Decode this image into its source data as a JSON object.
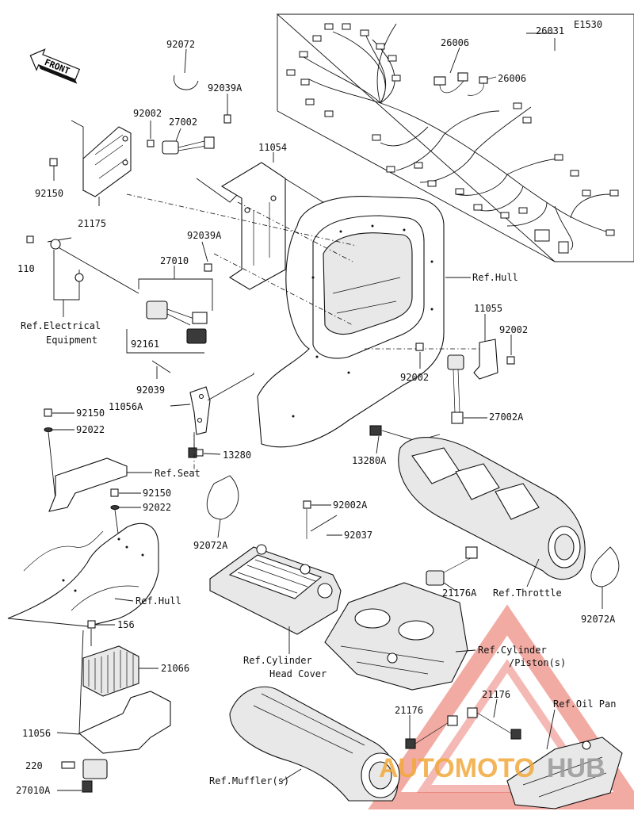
{
  "diagram_code": "E1530",
  "front_label": "FRONT",
  "watermark": {
    "text": "AUTOMOTOHUB",
    "part1": "AUTOMOTO",
    "part2": "HUB",
    "color1": "#f2a93b",
    "color2": "#9a9a9a",
    "triangle_color": "#e24a3b"
  },
  "labels": {
    "p26031": "26031",
    "p26006a": "26006",
    "p26006b": "26006",
    "p92072": "92072",
    "p92039A_top": "92039A",
    "p92002_top": "92002",
    "p27002": "27002",
    "p11054": "11054",
    "p92150_left": "92150",
    "p21175": "21175",
    "p92039A_mid": "92039A",
    "p110": "110",
    "p27010": "27010",
    "ref_electrical": "Ref.Electrical",
    "ref_electrical2": "Equipment",
    "p92161": "92161",
    "p92039": "92039",
    "p11056A": "11056A",
    "p13280": "13280",
    "ref_hull_top": "Ref.Hull",
    "p11055": "11055",
    "p92002_right": "92002",
    "p92002_r2": "92002",
    "p27002A": "27002A",
    "p13280A": "13280A",
    "p92150_a": "92150",
    "p92022_a": "92022",
    "ref_seat": "Ref.Seat",
    "p92150_b": "92150",
    "p92022_b": "92022",
    "p92072A_left": "92072A",
    "p92002A": "92002A",
    "p92037": "92037",
    "ref_hull_bottom": "Ref.Hull",
    "p156": "156",
    "p21066": "21066",
    "p21176A": "21176A",
    "ref_throttle": "Ref.Throttle",
    "p92072A_right": "92072A",
    "ref_cyl_head1": "Ref.Cylinder",
    "ref_cyl_head2": "Head Cover",
    "ref_cyl_piston1": "Ref.Cylinder",
    "ref_cyl_piston2": "/Piston(s)",
    "p11056": "11056",
    "p21176_a": "21176",
    "p21176_b": "21176",
    "ref_oil_pan": "Ref.Oil Pan",
    "p220": "220",
    "p27010A": "27010A",
    "ref_muffler": "Ref.Muffler(s)"
  }
}
